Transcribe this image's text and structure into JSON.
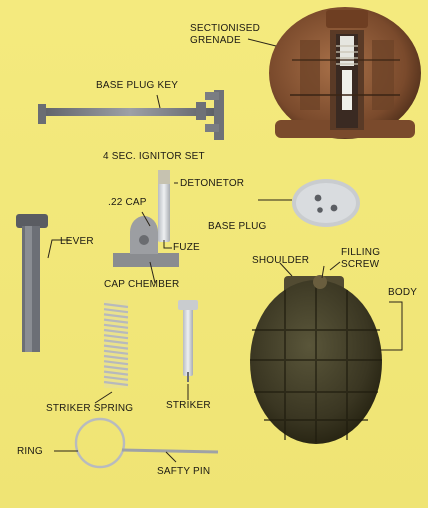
{
  "labels": {
    "sectionised_grenade_1": "SECTIONISED",
    "sectionised_grenade_2": "GRENADE",
    "base_plug_key": "BASE PLUG KEY",
    "ignitor_set": "4 SEC. IGNITOR SET",
    "detonetor": "DETONETOR",
    "cap_22": ".22 CAP",
    "base_plug": "BASE PLUG",
    "lever": "LEVER",
    "fuze": "FUZE",
    "shoulder": "SHOULDER",
    "filling_screw_1": "FILLING",
    "filling_screw_2": "SCREW",
    "cap_chember": "CAP CHEMBER",
    "body": "BODY",
    "striker_spring": "STRIKER SPRING",
    "striker": "STRIKER",
    "ring": "RING",
    "safty_pin": "SAFTY PIN"
  },
  "colors": {
    "background": "#f2e87a",
    "metal": "#7c7f86",
    "grenade_body": "#3e3a26",
    "sectioned_wood": "#8a5a3a",
    "leader_line": "#2a2418"
  }
}
